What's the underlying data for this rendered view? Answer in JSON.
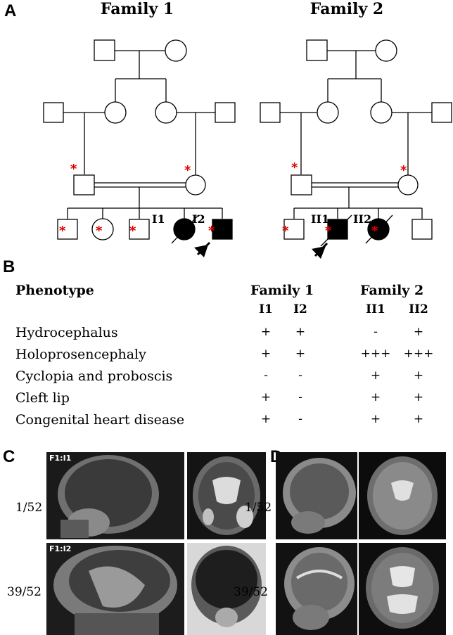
{
  "panels": {
    "a": "A",
    "b": "B",
    "c": "C",
    "d": "D"
  },
  "pedigree": {
    "family1_title": "Family 1",
    "family2_title": "Family 2",
    "family1_labels": [
      "I1",
      "I2"
    ],
    "family2_labels": [
      "II1",
      "II2"
    ],
    "star_glyph": "*"
  },
  "phenotype_table": {
    "header": "Phenotype",
    "family1_header": "Family 1",
    "family2_header": "Family 2",
    "columns": [
      "I1",
      "I2",
      "II1",
      "II2"
    ],
    "rows": [
      {
        "label": "Hydrocephalus",
        "values": [
          "+",
          "+",
          "-",
          "+"
        ]
      },
      {
        "label": "Holoprosencephaly",
        "values": [
          "+",
          "+",
          "+++",
          "+++"
        ]
      },
      {
        "label": "Cyclopia and proboscis",
        "values": [
          "-",
          "-",
          "+",
          "+"
        ]
      },
      {
        "label": "Cleft lip",
        "values": [
          "+",
          "-",
          "+",
          "+"
        ]
      },
      {
        "label": "Congenital heart disease",
        "values": [
          "+",
          "-",
          "+",
          "+"
        ]
      }
    ]
  },
  "mri": {
    "ages": [
      "1/52",
      "39/52"
    ],
    "c_tags": [
      "F1:I1",
      "F1:I2"
    ]
  }
}
